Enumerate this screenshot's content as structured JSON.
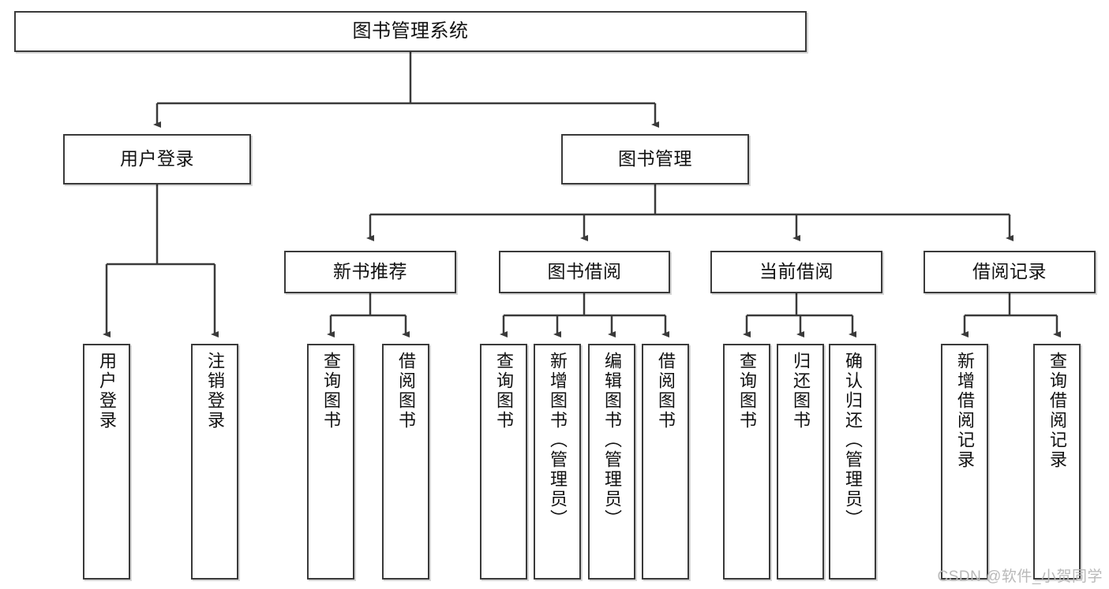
{
  "diagram": {
    "title": "图书管理系统",
    "type": "tree",
    "root": {
      "label": "图书管理系统"
    },
    "level2": [
      {
        "label": "用户登录"
      },
      {
        "label": "图书管理"
      }
    ],
    "level3": [
      {
        "label": "新书推荐"
      },
      {
        "label": "图书借阅"
      },
      {
        "label": "当前借阅"
      },
      {
        "label": "借阅记录"
      }
    ],
    "leaves": {
      "user_login": [
        {
          "label": "用户登录"
        },
        {
          "label": "注销登录"
        }
      ],
      "new_book_recommend": [
        {
          "label": "查询图书"
        },
        {
          "label": "借阅图书"
        }
      ],
      "book_borrow": [
        {
          "label": "查询图书"
        },
        {
          "label": "新增图书（管理员）"
        },
        {
          "label": "编辑图书（管理员）"
        },
        {
          "label": "借阅图书"
        }
      ],
      "current_borrow": [
        {
          "label": "查询图书"
        },
        {
          "label": "归还图书"
        },
        {
          "label": "确认归还（管理员）"
        }
      ],
      "borrow_record": [
        {
          "label": "新增借阅记录"
        },
        {
          "label": "查询借阅记录"
        }
      ]
    }
  },
  "watermark": {
    "text": "CSDN @软件_小贺同学"
  },
  "colors": {
    "box_border": "#3a3a3a",
    "box_fill": "#ffffff",
    "line": "#3a3a3a",
    "text": "#111111",
    "watermark": "#b9b9b9"
  }
}
